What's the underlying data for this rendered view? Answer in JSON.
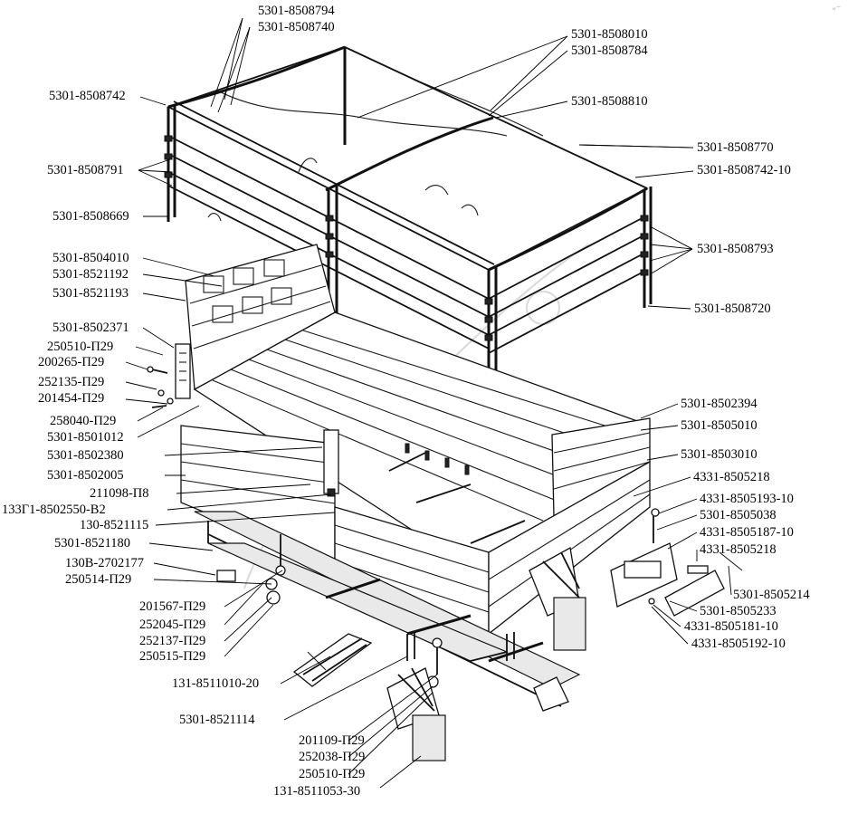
{
  "corner_mark": "„–",
  "labels": [
    {
      "id": "5301-8508794",
      "text": "5301-8508794"
    },
    {
      "id": "5301-8508740",
      "text": "5301-8508740"
    },
    {
      "id": "5301-8508010",
      "text": "5301-8508010"
    },
    {
      "id": "5301-8508784",
      "text": "5301-8508784"
    },
    {
      "id": "5301-8508742",
      "text": "5301-8508742"
    },
    {
      "id": "5301-8508810",
      "text": "5301-8508810"
    },
    {
      "id": "5301-8508770",
      "text": "5301-8508770"
    },
    {
      "id": "5301-8508791",
      "text": "5301-8508791"
    },
    {
      "id": "5301-8508742-10",
      "text": "5301-8508742-10"
    },
    {
      "id": "5301-8508669",
      "text": "5301-8508669"
    },
    {
      "id": "5301-8508793",
      "text": "5301-8508793"
    },
    {
      "id": "5301-8504010",
      "text": "5301-8504010"
    },
    {
      "id": "5301-8521192",
      "text": "5301-8521192"
    },
    {
      "id": "5301-8521193",
      "text": "5301-8521193"
    },
    {
      "id": "5301-8508720",
      "text": "5301-8508720"
    },
    {
      "id": "5301-8502371",
      "text": "5301-8502371"
    },
    {
      "id": "250510-P29a",
      "text": "250510-П29"
    },
    {
      "id": "200265-P29",
      "text": "200265-П29"
    },
    {
      "id": "252135-P29",
      "text": "252135-П29"
    },
    {
      "id": "201454-P29",
      "text": "201454-П29"
    },
    {
      "id": "5301-8502394",
      "text": "5301-8502394"
    },
    {
      "id": "258040-P29",
      "text": "258040-П29"
    },
    {
      "id": "5301-8505010",
      "text": "5301-8505010"
    },
    {
      "id": "5301-8501012",
      "text": "5301-8501012"
    },
    {
      "id": "5301-8502380",
      "text": "5301-8502380"
    },
    {
      "id": "5301-8503010",
      "text": "5301-8503010"
    },
    {
      "id": "4331-8505218a",
      "text": "4331-8505218"
    },
    {
      "id": "5301-8502005",
      "text": "5301-8502005"
    },
    {
      "id": "211098-P8",
      "text": "211098-П8"
    },
    {
      "id": "4331-8505193-10",
      "text": "4331-8505193-10"
    },
    {
      "id": "133G1-8502550-B2",
      "text": "133Г1-8502550-В2"
    },
    {
      "id": "5301-8505038",
      "text": "5301-8505038"
    },
    {
      "id": "130-8521115",
      "text": "130-8521115"
    },
    {
      "id": "4331-8505187-10",
      "text": "4331-8505187-10"
    },
    {
      "id": "5301-8521180",
      "text": "5301-8521180"
    },
    {
      "id": "4331-8505218b",
      "text": "4331-8505218"
    },
    {
      "id": "130V-2702177",
      "text": "130В-2702177"
    },
    {
      "id": "250514-P29",
      "text": "250514-П29"
    },
    {
      "id": "5301-8505214",
      "text": "5301-8505214"
    },
    {
      "id": "5301-8505233",
      "text": "5301-8505233"
    },
    {
      "id": "201567-P29",
      "text": "201567-П29"
    },
    {
      "id": "4331-8505181-10",
      "text": "4331-8505181-10"
    },
    {
      "id": "252045-P29",
      "text": "252045-П29"
    },
    {
      "id": "4331-8505192-10",
      "text": "4331-8505192-10"
    },
    {
      "id": "252137-P29",
      "text": "252137-П29"
    },
    {
      "id": "250515-P29",
      "text": "250515-П29"
    },
    {
      "id": "131-8511010-20",
      "text": "131-8511010-20"
    },
    {
      "id": "5301-8521114",
      "text": "5301-8521114"
    },
    {
      "id": "201109-P29",
      "text": "201109-П29"
    },
    {
      "id": "252038-P29",
      "text": "252038-П29"
    },
    {
      "id": "250510-P29b",
      "text": "250510-П29"
    },
    {
      "id": "131-8511053-30",
      "text": "131-8511053-30"
    }
  ]
}
